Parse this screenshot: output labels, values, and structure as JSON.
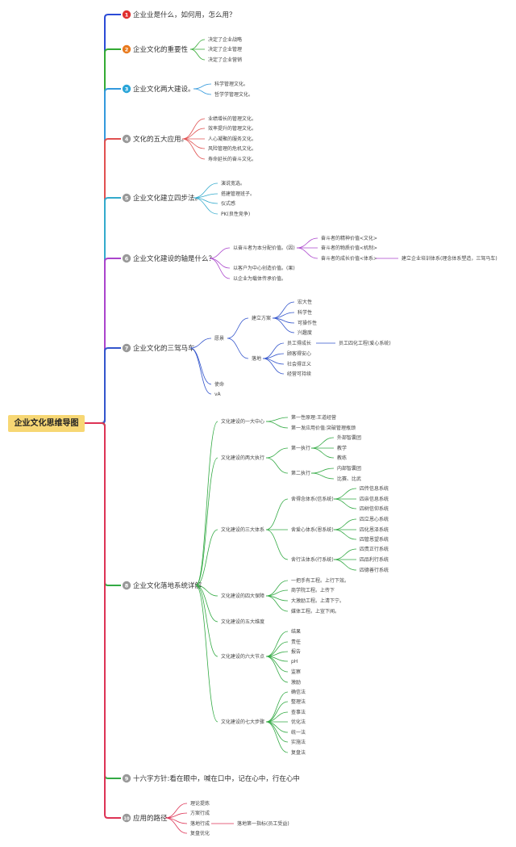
{
  "root": {
    "title": "企业文化思维导图"
  },
  "branches": [
    {
      "num": "1",
      "label": "企业业是什么，如何用，怎么用？",
      "badge_color": "#e03030",
      "line_color": "#2b4bd6",
      "children": []
    },
    {
      "num": "2",
      "label": "企业文化的重要性",
      "badge_color": "#e87a1e",
      "line_color": "#33aa33",
      "children": [
        {
          "label": "决定了企业战略"
        },
        {
          "label": "决定了企业管理"
        },
        {
          "label": "决定了企业营销"
        }
      ]
    },
    {
      "num": "3",
      "label": "企业文化两大建设。",
      "badge_color": "#2aa5d8",
      "line_color": "#3399dd",
      "children": [
        {
          "label": "科学管理文化。"
        },
        {
          "label": "哲学学管理文化。"
        }
      ]
    },
    {
      "num": "4",
      "label": "文化的五大应用。",
      "badge_color": "#999999",
      "line_color": "#e05050",
      "children": [
        {
          "label": "业绩增长的管理文化。"
        },
        {
          "label": "效率提升的管理文化。"
        },
        {
          "label": "人心凝聚的服务文化。"
        },
        {
          "label": "风险管理的危机文化。"
        },
        {
          "label": "寿命延长的奋斗文化。"
        }
      ]
    },
    {
      "num": "5",
      "label": "企业文化建立四步法。",
      "badge_color": "#999999",
      "line_color": "#33aacc",
      "children": [
        {
          "label": "演说宽选。"
        },
        {
          "label": "搭建管理班子。"
        },
        {
          "label": "仪式感"
        },
        {
          "label": "PK(良性竞争)"
        }
      ]
    },
    {
      "num": "6",
      "label": "企业文化建设的轴是什么？",
      "badge_color": "#999999",
      "line_color": "#aa44cc",
      "children": [
        {
          "label": "以奋斗者为本分配价值。(因)",
          "children": [
            {
              "label": "奋斗者的精神价值<文化>"
            },
            {
              "label": "奋斗者的物质价值<机制>"
            },
            {
              "label": "奋斗者的成长价值<体系>",
              "children": [
                {
                  "label": "建立企业培训体系(理念体系塑造，三驾马车)"
                }
              ]
            }
          ]
        },
        {
          "label": "以客户为中心创造价值。(果)"
        },
        {
          "label": "以企业为载体传承价值。"
        }
      ]
    },
    {
      "num": "7",
      "label": "企业文化的三驾马车",
      "badge_color": "#999999",
      "line_color": "#3355cc",
      "children": [
        {
          "label": "愿景",
          "children": [
            {
              "label": "建立方案",
              "children": [
                {
                  "label": "宏大性"
                },
                {
                  "label": "科学性"
                },
                {
                  "label": "可操作性"
                },
                {
                  "label": "兴趣度"
                }
              ]
            },
            {
              "label": "落地",
              "children": [
                {
                  "label": "员工得成长",
                  "children": [
                    {
                      "label": "员工四化工程(爱心系统)"
                    }
                  ]
                },
                {
                  "label": "顾客得安心"
                },
                {
                  "label": "社会得正义"
                },
                {
                  "label": "经营可持续"
                }
              ]
            }
          ]
        },
        {
          "label": "使命"
        },
        {
          "label": "vA"
        }
      ]
    },
    {
      "num": "8",
      "label": "企业文化落地系统详解",
      "badge_color": "#999999",
      "line_color": "#33aa44",
      "children": [
        {
          "label": "文化建设的一大中心",
          "children": [
            {
              "label": "第一性原理:王道经营"
            },
            {
              "label": "第一发应用价值:突破管理瓶颈"
            }
          ]
        },
        {
          "label": "文化建设的两大执行",
          "children": [
            {
              "label": "第一执行",
              "children": [
                {
                  "label": "外部智囊团"
                },
                {
                  "label": "教学"
                },
                {
                  "label": "教练"
                }
              ]
            },
            {
              "label": "第二执行",
              "children": [
                {
                  "label": "内部智囊团"
                },
                {
                  "label": "比赛、比武"
                }
              ]
            }
          ]
        },
        {
          "label": "文化建设的三大体系",
          "children": [
            {
              "label": "舍得念体系(信系统)",
              "children": [
                {
                  "label": "四传信息系统"
                },
                {
                  "label": "四亲信息系统"
                },
                {
                  "label": "四树信仰系统"
                }
              ]
            },
            {
              "label": "舍爱心体系(恩系统)",
              "children": [
                {
                  "label": "四立恩心系统"
                },
                {
                  "label": "四化恩泽系统"
                },
                {
                  "label": "四管恩望系统"
                }
              ]
            },
            {
              "label": "舍行法体系(行系统)",
              "children": [
                {
                  "label": "四责正行系统"
                },
                {
                  "label": "四品利行系统"
                },
                {
                  "label": "四德善行系统"
                }
              ]
            }
          ]
        },
        {
          "label": "文化建设的四大保障",
          "children": [
            {
              "label": "一把手有工程。上行下效。"
            },
            {
              "label": "商学院工程。上传下"
            },
            {
              "label": "大激励工程。上清下宁。"
            },
            {
              "label": "媒体工程。上宣下闻。"
            }
          ]
        },
        {
          "label": "文化建设的五大维度"
        },
        {
          "label": "文化建设的六大节点",
          "children": [
            {
              "label": "结果"
            },
            {
              "label": "责任"
            },
            {
              "label": "报告"
            },
            {
              "label": "pH"
            },
            {
              "label": "监察"
            },
            {
              "label": "激励"
            }
          ]
        },
        {
          "label": "文化建设的七大步骤",
          "children": [
            {
              "label": "确信法"
            },
            {
              "label": "整理法"
            },
            {
              "label": "查事法"
            },
            {
              "label": "优化法"
            },
            {
              "label": "统一法"
            },
            {
              "label": "实施法"
            },
            {
              "label": "复盘法"
            }
          ]
        }
      ]
    },
    {
      "num": "9",
      "label": "十六字方针:看在眼中，喊在口中，记在心中，行在心中",
      "badge_color": "#999999",
      "line_color": "#33aa44",
      "children": []
    },
    {
      "num": "10",
      "label": "应用的路径",
      "badge_color": "#999999",
      "line_color": "#dd3355",
      "children": [
        {
          "label": "理论提炼"
        },
        {
          "label": "方案行成"
        },
        {
          "label": "落地行成",
          "children": [
            {
              "label": "落地第一指标(员工受益)"
            }
          ]
        },
        {
          "label": "复盘优化"
        }
      ]
    }
  ]
}
